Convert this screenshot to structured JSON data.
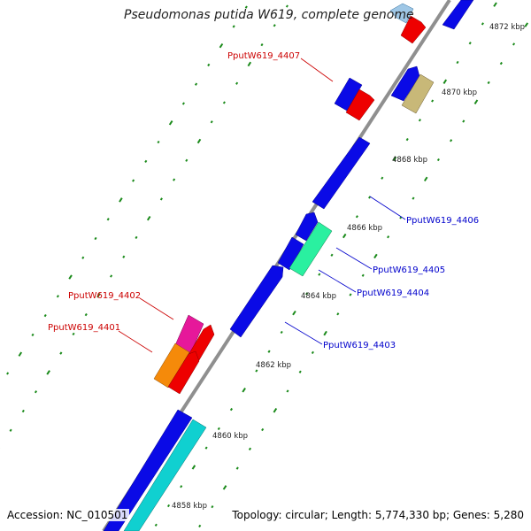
{
  "title": "Pseudomonas putida W619, complete genome",
  "accession": "Accession: NC_010501",
  "topology": "Topology: circular; Length: 5,774,330 bp; Genes: 5,280",
  "colors": {
    "backbone": "#8a8a8a",
    "dots": "#1a8a1a",
    "label_upper": "#cc0000",
    "label_lower": "#0000cc"
  },
  "kbp_ticks": [
    "4858 kbp",
    "4860 kbp",
    "4862 kbp",
    "4864 kbp",
    "4866 kbp",
    "4868 kbp",
    "4870 kbp",
    "4872 kbp"
  ],
  "gene_labels": [
    {
      "id": "PputW619_4407",
      "color": "#cc0000"
    },
    {
      "id": "PputW619_4406",
      "color": "#0000cc"
    },
    {
      "id": "PputW619_4405",
      "color": "#0000cc"
    },
    {
      "id": "PputW619_4404",
      "color": "#0000cc"
    },
    {
      "id": "PputW619_4403",
      "color": "#0000cc"
    },
    {
      "id": "PputW619_4402",
      "color": "#cc0000"
    },
    {
      "id": "PputW619_4401",
      "color": "#cc0000"
    }
  ]
}
